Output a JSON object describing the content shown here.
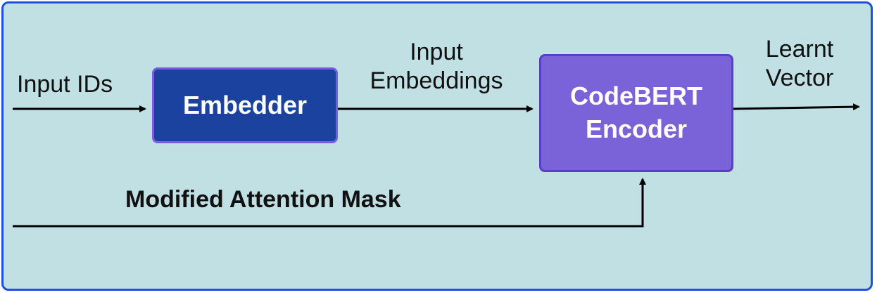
{
  "diagram": {
    "nodes": {
      "embedder": {
        "label": "Embedder"
      },
      "encoder": {
        "line1": "CodeBERT",
        "line2": "Encoder"
      }
    },
    "edges": {
      "input_ids": {
        "label": "Input IDs"
      },
      "input_embeddings": {
        "line1": "Input",
        "line2": "Embeddings"
      },
      "learnt_vector": {
        "line1": "Learnt",
        "line2": "Vector"
      },
      "attention_mask": {
        "label": "Modified Attention Mask"
      }
    }
  },
  "colors": {
    "background": "#c0e0e4",
    "frame_border": "#1f4fe0",
    "embedder_fill": "#1c42a0",
    "encoder_fill": "#7a62d8",
    "arrow": "#000000"
  }
}
